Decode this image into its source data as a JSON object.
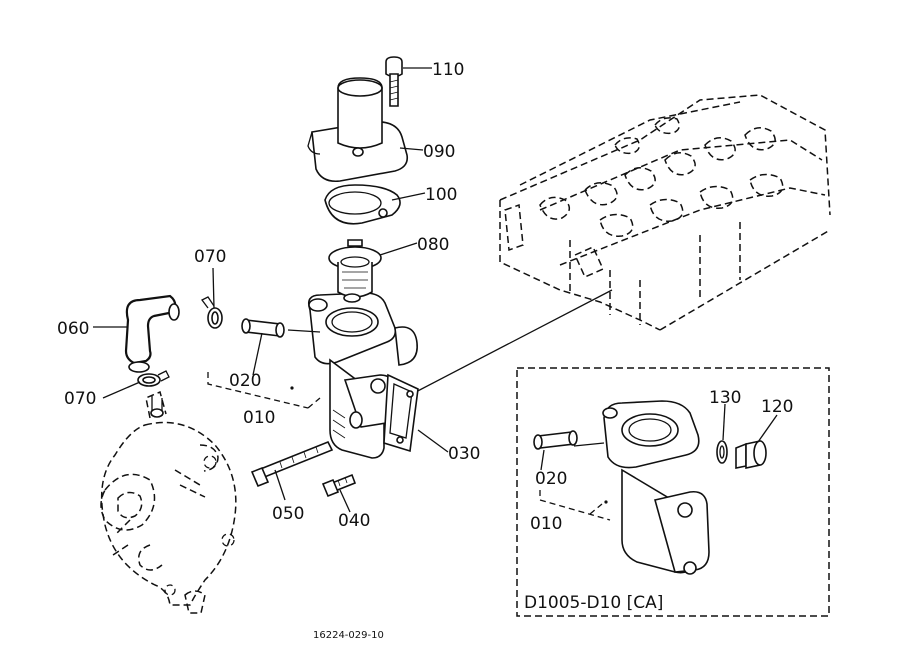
{
  "labels": {
    "p110": "110",
    "p090": "090",
    "p100": "100",
    "p080": "080",
    "p070_top": "070",
    "p060": "060",
    "p070_left": "070",
    "p020": "020",
    "p010": "010",
    "p030": "030",
    "p050": "050",
    "p040": "040",
    "inset_p130": "130",
    "inset_p120": "120",
    "inset_p020": "020",
    "inset_p010": "010"
  },
  "inset": {
    "variant_label": "D1005-D10 [CA]"
  },
  "reference_number": "16224-029-10"
}
